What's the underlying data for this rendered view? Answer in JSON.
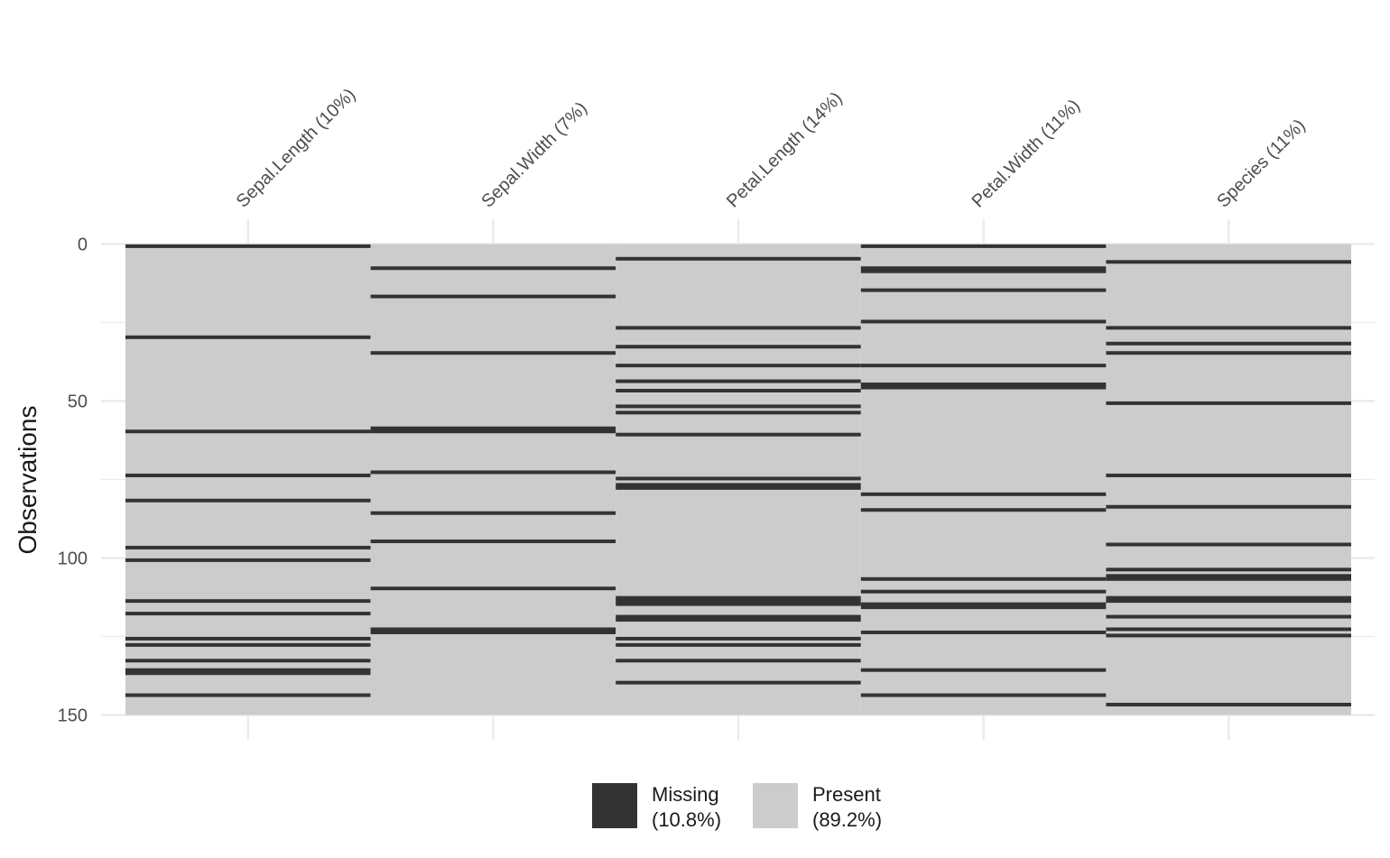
{
  "chart_data": {
    "type": "heatmap",
    "title": "",
    "xlabel": "",
    "ylabel": "Observations",
    "ylim": [
      0,
      150
    ],
    "y_ticks": [
      "0",
      "50",
      "100",
      "150"
    ],
    "y_tick_values": [
      0,
      50,
      100,
      150
    ],
    "n_observations": 150,
    "grid": true,
    "columns": [
      {
        "label": "Sepal.Length (10%)",
        "missing_rows": [
          1,
          30,
          60,
          74,
          82,
          97,
          101,
          114,
          118,
          126,
          128,
          133,
          136,
          137,
          144
        ]
      },
      {
        "label": "Sepal.Width (7%)",
        "missing_rows": [
          8,
          17,
          35,
          59,
          60,
          73,
          86,
          95,
          110,
          123,
          124
        ]
      },
      {
        "label": "Petal.Length (14%)",
        "missing_rows": [
          5,
          27,
          33,
          39,
          44,
          47,
          52,
          54,
          61,
          75,
          77,
          78,
          113,
          114,
          115,
          119,
          120,
          126,
          128,
          133,
          140
        ]
      },
      {
        "label": "Petal.Width (11%)",
        "missing_rows": [
          1,
          8,
          9,
          15,
          25,
          39,
          45,
          46,
          80,
          85,
          107,
          111,
          115,
          116,
          124,
          136,
          144
        ]
      },
      {
        "label": "Species (11%)",
        "missing_rows": [
          6,
          27,
          32,
          35,
          51,
          74,
          84,
          96,
          104,
          106,
          107,
          113,
          114,
          119,
          123,
          125,
          147
        ]
      }
    ],
    "legend": {
      "placement": "bottom",
      "items": [
        {
          "name": "Missing",
          "pct": "(10.8%)",
          "color": "#333333"
        },
        {
          "name": "Present",
          "pct": "(89.2%)",
          "color": "#cccccc"
        }
      ]
    }
  }
}
